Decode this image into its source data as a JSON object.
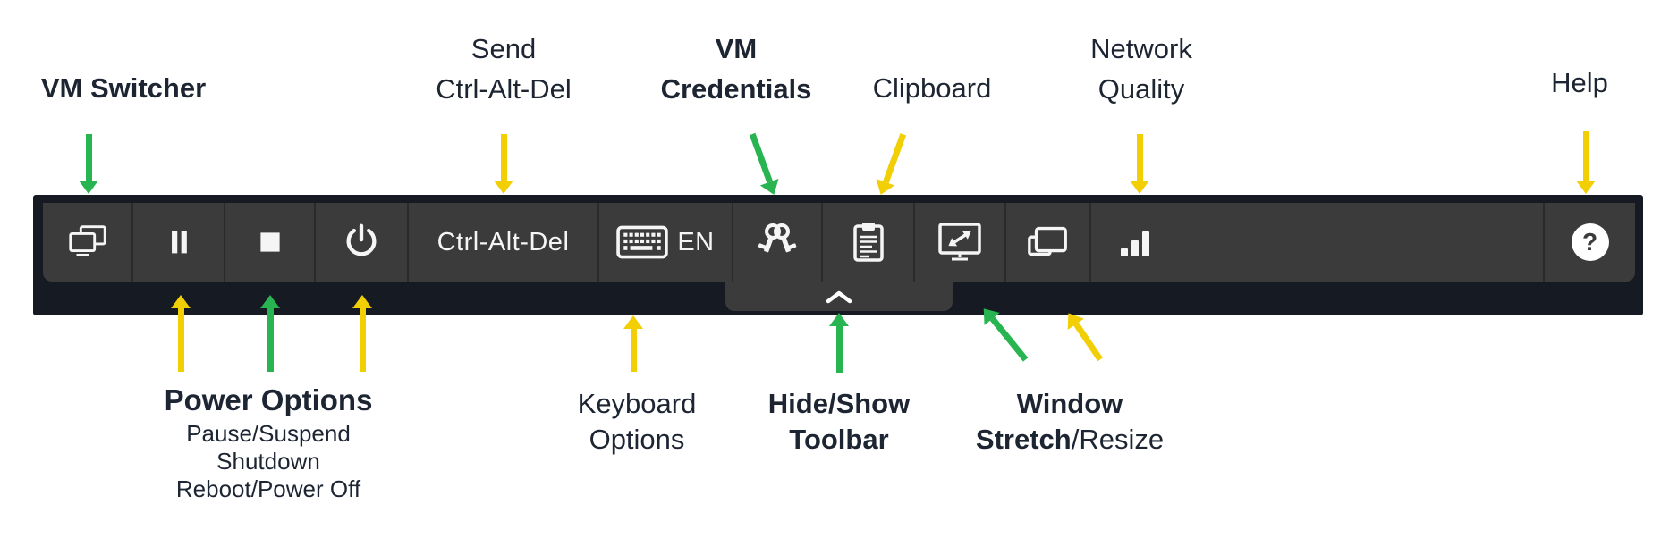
{
  "colors": {
    "arrow_green": "#28b450",
    "arrow_yellow": "#f2ce04",
    "label_text": "#1d2533",
    "toolbar_outer": "#151a23",
    "toolbar_row": "#3b3b3b",
    "toolbar_icon": "#ffffff"
  },
  "annotations": {
    "vm_switcher": {
      "label": "VM Switcher"
    },
    "send_cad": {
      "line1": "Send",
      "line2": "Ctrl-Alt-Del"
    },
    "vm_credentials": {
      "line1": "VM",
      "line2": "Credentials"
    },
    "clipboard": {
      "label": "Clipboard"
    },
    "network_quality": {
      "line1": "Network",
      "line2": "Quality"
    },
    "help": {
      "label": "Help"
    },
    "power_options": {
      "title": "Power Options",
      "option1": "Pause/Suspend",
      "option2": "Shutdown",
      "option3": "Reboot/Power Off"
    },
    "keyboard_options": {
      "line1": "Keyboard",
      "line2": "Options"
    },
    "hide_show": {
      "line1": "Hide/Show",
      "line2": "Toolbar"
    },
    "window_stretch": {
      "line1": "Window",
      "line2_bold": "Stretch",
      "line2_regular": "/Resize"
    }
  },
  "toolbar": {
    "ctrl_alt_del_label": "Ctrl-Alt-Del",
    "keyboard_language": "EN",
    "help_glyph": "?",
    "icons": {
      "vm_switcher": "dual-monitors",
      "pause": "pause-bars",
      "stop": "stop-square",
      "power": "power-symbol",
      "keyboard": "keyboard",
      "vm_credentials": "two-keys",
      "clipboard": "clipboard-lines",
      "window_stretch": "monitor-diagonal-arrows",
      "window_resize": "overlapping-windows",
      "network_quality": "signal-bars",
      "hide_show_toolbar": "chevron-up",
      "help": "question-mark-circle"
    }
  }
}
